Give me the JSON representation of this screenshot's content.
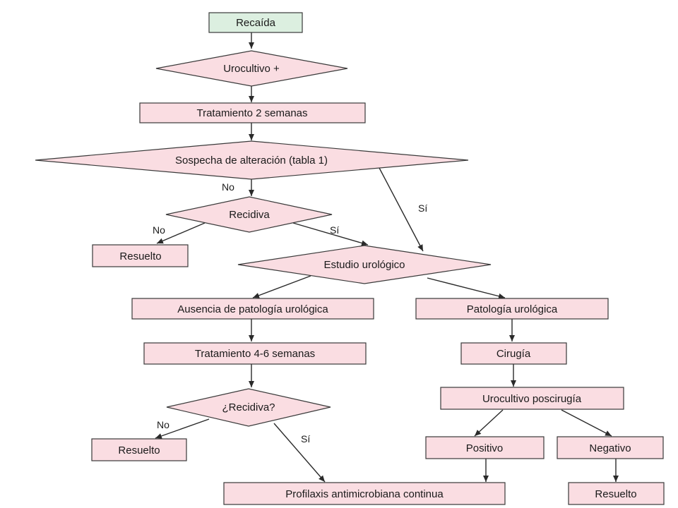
{
  "nodes": {
    "recaida": "Recaída",
    "urocultivo": "Urocultivo +",
    "tratamiento2": "Tratamiento 2 semanas",
    "sospecha": "Sospecha de alteración (tabla 1)",
    "recidiva1": "Recidiva",
    "resuelto1": "Resuelto",
    "estudio": "Estudio urológico",
    "ausencia": "Ausencia de patología urológica",
    "patologia": "Patología urológica",
    "tratamiento46": "Tratamiento 4-6 semanas",
    "cirugia": "Cirugía",
    "recidiva2": "¿Recidiva?",
    "urocultivo_pos": "Urocultivo poscirugía",
    "resuelto2": "Resuelto",
    "positivo": "Positivo",
    "negativo": "Negativo",
    "profilaxis": "Profilaxis antimicrobiana continua",
    "resuelto3": "Resuelto"
  },
  "edge_labels": {
    "sospecha_no": "No",
    "sospecha_si": "Sí",
    "recidiva1_no": "No",
    "recidiva1_si": "Sí",
    "recidiva2_no": "No",
    "recidiva2_si": "Sí"
  },
  "colors": {
    "node_fill": "#fadde2",
    "start_fill": "#dcefe0",
    "stroke": "#3a3a3a"
  }
}
